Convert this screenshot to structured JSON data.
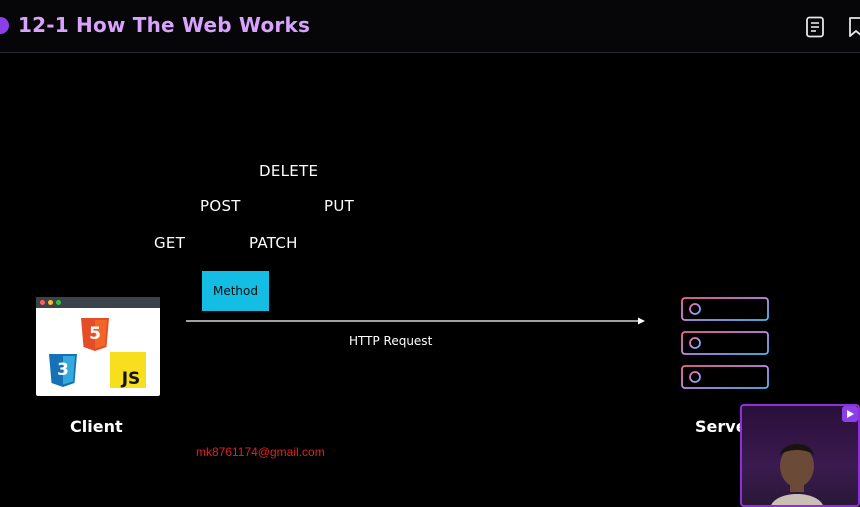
{
  "header": {
    "title": "12-1 How The Web Works",
    "notes_icon": "notes-icon",
    "bookmark_icon": "bookmark-icon"
  },
  "diagram": {
    "methods": [
      "GET",
      "POST",
      "PATCH",
      "DELETE",
      "PUT"
    ],
    "method_box_label": "Method",
    "arrow_label": "HTTP Request",
    "client_label": "Client",
    "server_label": "Serve",
    "tech_badges": [
      "HTML5",
      "CSS3",
      "JS"
    ]
  },
  "watermark": {
    "email": "mk8761174@gmail.com"
  },
  "colors": {
    "title": "#d9a2ff",
    "method_box": "#13bde3",
    "email": "#e32020",
    "accent": "#8b3fe8"
  }
}
